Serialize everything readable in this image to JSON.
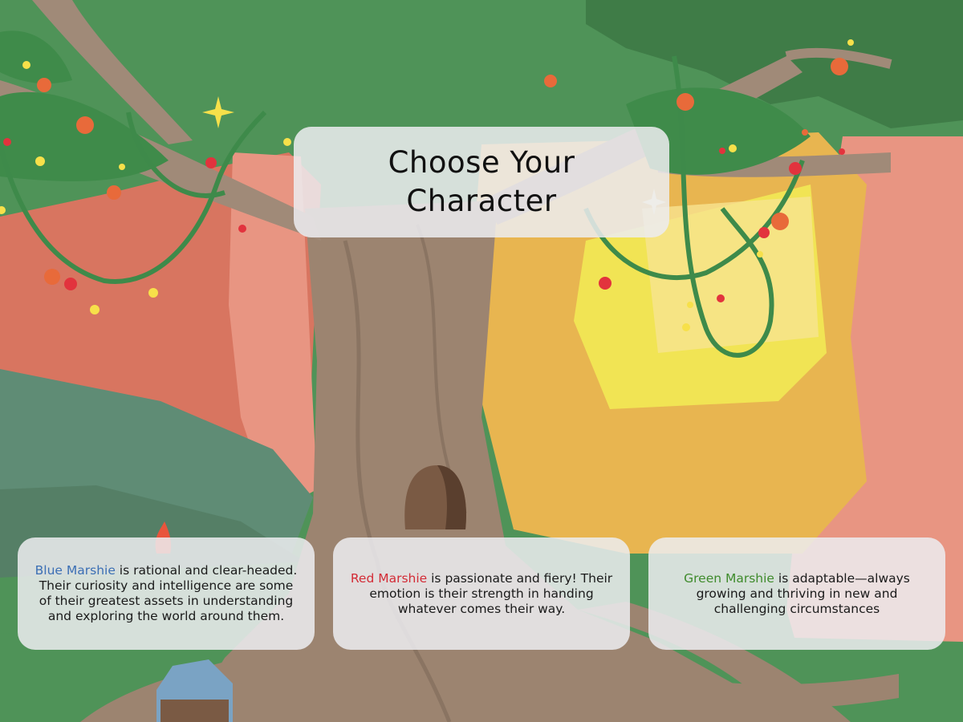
{
  "title": "Choose Your Character",
  "colors": {
    "sky_green": "#4f9358",
    "canopy_dark": "#3f7c47",
    "trunk": "#9c8470",
    "branch": "#a08a78",
    "red_bg": "#d87560",
    "pink_bg": "#e89582",
    "orange_bg": "#e8b550",
    "yellow_bg": "#f1e454",
    "teal_hill": "#5f8c75",
    "vine": "#3e8a4a",
    "blue_name": "#3b6fb4",
    "red_name": "#d32b36",
    "green_name": "#3f8b2c"
  },
  "characters": [
    {
      "id": "blue",
      "name": "Blue Marshie",
      "description": " is rational and clear-headed. Their curiosity and intelligence are some of their greatest assets in understanding and exploring the world around them."
    },
    {
      "id": "red",
      "name": "Red Marshie",
      "description": " is passionate and fiery! Their emotion is their strength in handing whatever comes their way."
    },
    {
      "id": "green",
      "name": "Green Marshie",
      "description": " is adaptable—always growing and thriving in new and challenging circumstances"
    }
  ]
}
